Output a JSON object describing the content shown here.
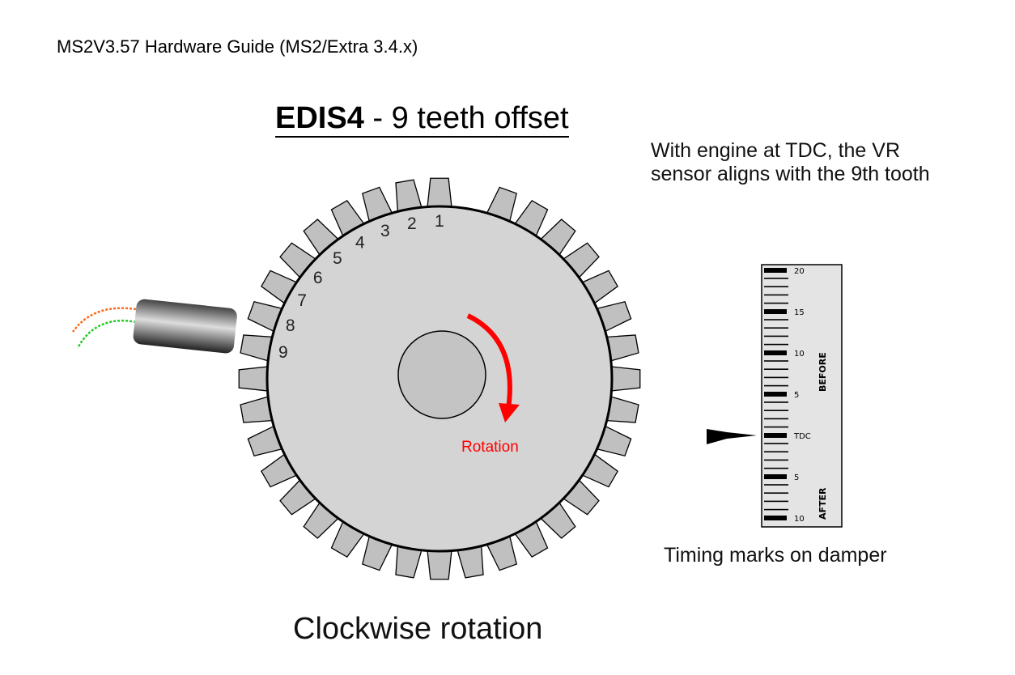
{
  "document": {
    "title": "MS2V3.57 Hardware Guide (MS2/Extra 3.4.x)"
  },
  "figure": {
    "title_bold": "EDIS4",
    "title_rest": " - 9 teeth offset",
    "note_line1": "With engine at TDC, the VR",
    "note_line2": "sensor aligns with the 9th tooth",
    "tooth_labels": [
      "1",
      "2",
      "3",
      "4",
      "5",
      "6",
      "7",
      "8",
      "9"
    ],
    "rotation_label": "Rotation",
    "caption": "Clockwise rotation",
    "damper_caption": "Timing marks on damper",
    "wheel": {
      "tooth_positions": 36,
      "missing_teeth": 1
    },
    "scale": {
      "major_labels": [
        "20",
        "15",
        "10",
        "5",
        "TDC",
        "5",
        "10"
      ],
      "before_label": "BEFORE",
      "after_label": "AFTER"
    },
    "colors": {
      "wheel": "#d4d4d4",
      "tooth": "#c0c0c0",
      "arrow": "#ff0000",
      "wire1": "#ff6a1a",
      "wire2": "#22cc22"
    }
  }
}
